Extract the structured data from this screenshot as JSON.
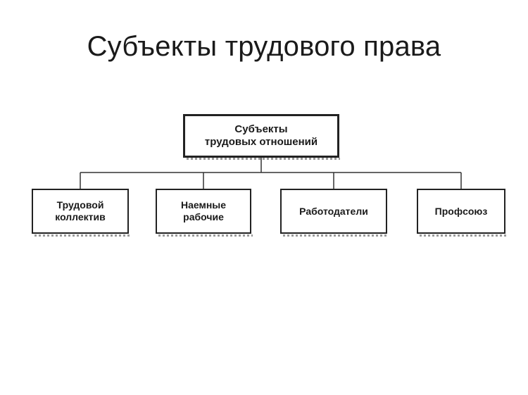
{
  "slide": {
    "title": "Субъекты трудового права"
  },
  "diagram": {
    "root": {
      "label": "Субъекты\nтрудовых отношений"
    },
    "children": [
      {
        "label": "Трудовой\nколлектив"
      },
      {
        "label": "Наемные\nрабочие"
      },
      {
        "label": "Работодатели"
      },
      {
        "label": "Профсоюз"
      }
    ]
  },
  "colors": {
    "background": "#ffffff",
    "line": "#222222",
    "text": "#1a1a1a"
  }
}
